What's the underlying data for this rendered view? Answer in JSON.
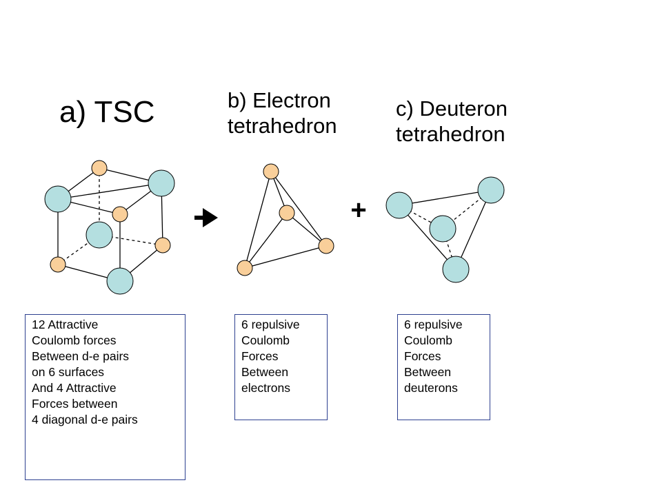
{
  "titles": {
    "tsc": "a) TSC",
    "electron": "b) Electron\ntetrahedron",
    "deuteron": "c) Deuteron\ntetrahedron"
  },
  "plus_sign": "+",
  "descriptions": {
    "tsc": "12 Attractive\nCoulomb forces\nBetween d-e pairs\non 6 surfaces\nAnd 4 Attractive\nForces between\n4 diagonal d-e pairs",
    "electron": "6 repulsive\nCoulomb\nForces\nBetween\nelectrons",
    "deuteron": "6 repulsive\nCoulomb\nForces\nBetween\ndeuterons"
  },
  "colors": {
    "deuteron_fill": "#b4dfe0",
    "electron_fill": "#f9cf9a",
    "line": "#000000",
    "box_border": "#2c3f8f"
  }
}
